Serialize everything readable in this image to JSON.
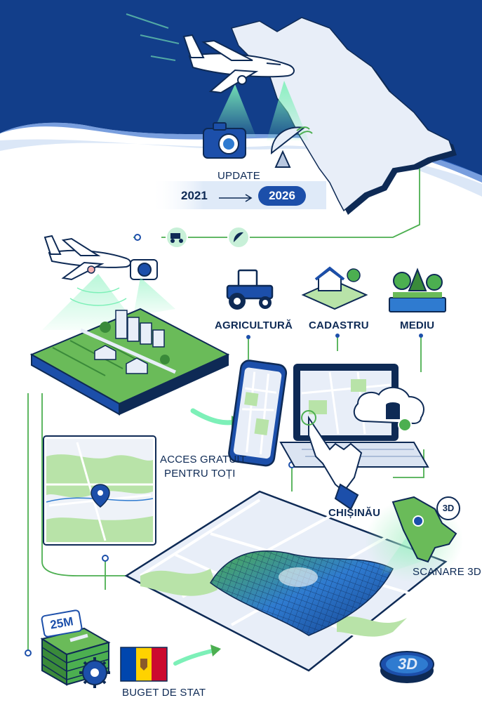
{
  "header": {
    "update_label": "UPDATE",
    "year_from": "2021",
    "year_to": "2026"
  },
  "sectors": {
    "agriculture": "AGRICULTURĂ",
    "cadastre": "CADASTRU",
    "environment": "MEDIU"
  },
  "access": {
    "line1": "ACCES GRATUIT",
    "line2": "PENTRU TOȚI"
  },
  "city": {
    "name": "CHIȘINĂU",
    "badge": "3D",
    "scan_label": "SCANARE 3D"
  },
  "budget": {
    "amount": "25M",
    "label": "BUGET DE STAT"
  },
  "terrain_badge": "3D",
  "colors": {
    "navy": "#123e8a",
    "deep_navy": "#0e2a55",
    "accent_blue": "#1c4faa",
    "green": "#4caf50",
    "light_green": "#b8e3a8",
    "mint": "#c8f0d8",
    "map_fill": "#e8eef8",
    "flag_blue": "#0046ae",
    "flag_yellow": "#ffd200",
    "flag_red": "#cc092f"
  },
  "icons": [
    "airplane-icon",
    "camera-icon",
    "satellite-dish-icon",
    "tractor-icon",
    "house-icon",
    "trees-icon",
    "smartphone-icon",
    "laptop-icon",
    "cloud-database-icon",
    "hand-pointer-icon",
    "location-pin-icon",
    "money-stack-icon",
    "gear-icon",
    "flag-icon"
  ]
}
